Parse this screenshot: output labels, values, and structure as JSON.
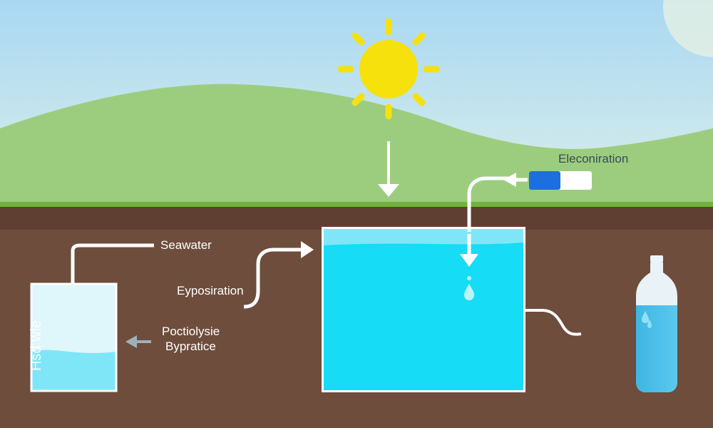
{
  "labels": {
    "seawater": "Seawater",
    "evaporation": "Eyposiration",
    "photolysis_line1": "Poctiolysie",
    "photolysis_line2": "Bypratice",
    "electrolysis": "Eleconiration",
    "left_tank_text": "Hsd wie"
  },
  "colors": {
    "sky_top": "#a9d8f2",
    "sky_bottom": "#d9eef5",
    "hill": "#9ccd7f",
    "grass": "#6fb33a",
    "soil": "#6e4d3c",
    "water": "#16dcf5",
    "water_light": "#7fe6f7",
    "sun": "#f7e10c",
    "arrow": "#ffffff",
    "device_blue": "#1d6fe0"
  }
}
